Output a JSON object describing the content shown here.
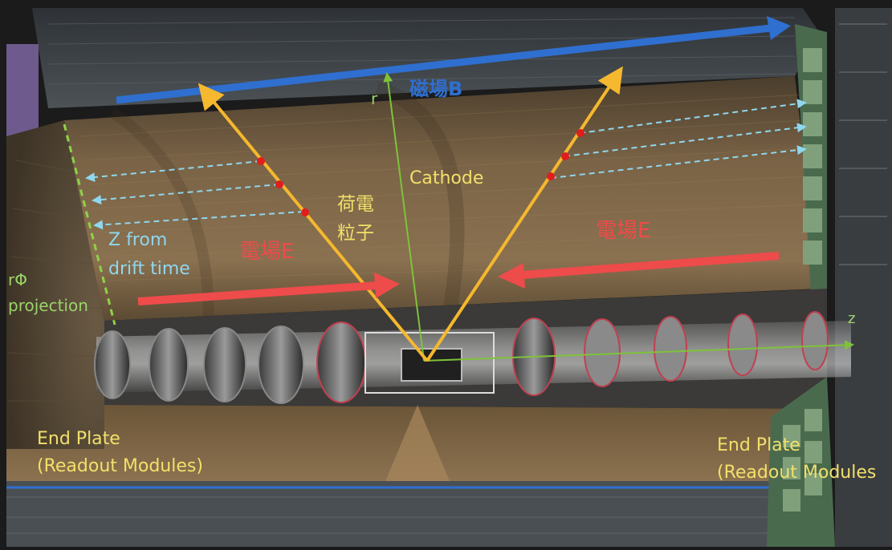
{
  "labels": {
    "magnetic_field": "磁場B",
    "r_axis": "r",
    "z_axis": "z",
    "cathode": "Cathode",
    "charged_particle_line1": "荷電",
    "charged_particle_line2": "粒子",
    "electric_field_left": "電場E",
    "electric_field_right": "電場E",
    "z_from_drift_line1": "Z from",
    "z_from_drift_line2": "drift time",
    "rphi_line1": "rΦ",
    "rphi_line2": "projection",
    "end_plate_left_line1": "End Plate",
    "end_plate_left_line2": "(Readout Modules)",
    "end_plate_right_line1": "End Plate",
    "end_plate_right_line2": "(Readout Modules"
  },
  "colors": {
    "magnetic_field": "#2f6fd0",
    "electric_field": "#ee4b4b",
    "track": "#f5b82e",
    "drift": "#8fd7ef",
    "axis": "#7fc23a",
    "hit": "#e01e1e",
    "label": "#f2e06a"
  }
}
